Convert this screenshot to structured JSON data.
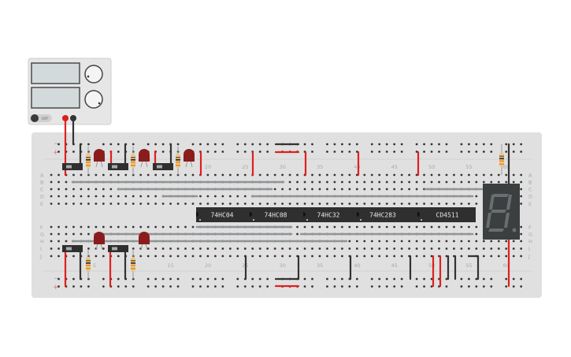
{
  "power_supply": {
    "switch_label": "OFF",
    "colors": {
      "body": "#e6e6e6",
      "display": "#d3dadb",
      "positive": "#d81e1e",
      "negative": "#333333"
    }
  },
  "breadboard": {
    "row_labels_top": [
      "A",
      "B",
      "C",
      "D",
      "E"
    ],
    "row_labels_bottom": [
      "F",
      "G",
      "H",
      "I",
      "J"
    ],
    "rail_labels": {
      "minus": "−",
      "plus": "+"
    },
    "column_labels_top": [
      "20",
      "25",
      "30",
      "35",
      "40",
      "45",
      "50",
      "55",
      "60"
    ],
    "column_labels_bottom": [
      "5",
      "15",
      "20",
      "25",
      "30",
      "35",
      "40",
      "45",
      "50",
      "55",
      "60"
    ],
    "colors": {
      "board": "#e0e0e0",
      "hole": "#333333",
      "wire_red": "#e0201e",
      "wire_black": "#333333",
      "wire_grey": "#8f9496"
    }
  },
  "chips": [
    {
      "label": "74HC04"
    },
    {
      "label": "74HC08"
    },
    {
      "label": "74HC32"
    },
    {
      "label": "74HC283"
    },
    {
      "label": "CD4511"
    }
  ],
  "seven_segment_display": {
    "shown_digit": "",
    "color": "#3b3f40"
  }
}
